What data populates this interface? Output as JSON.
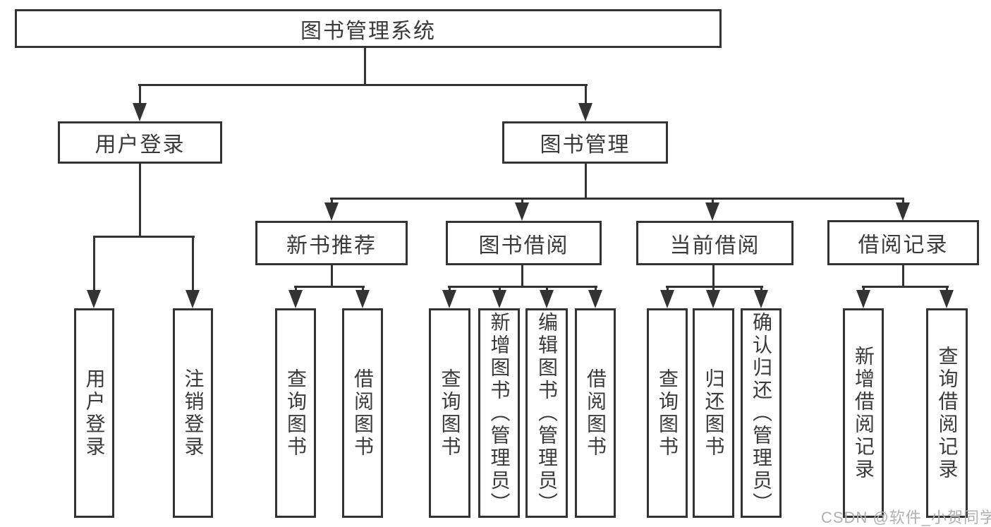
{
  "tree": {
    "root": "图书管理系统",
    "children": [
      {
        "label": "用户登录",
        "children": [
          "用户登录",
          "注销登录"
        ]
      },
      {
        "label": "图书管理",
        "children": [
          {
            "label": "新书推荐",
            "children": [
              "查询图书",
              "借阅图书"
            ]
          },
          {
            "label": "图书借阅",
            "children": [
              "查询图书",
              "新增图书（管理员）",
              "编辑图书（管理员）",
              "借阅图书"
            ]
          },
          {
            "label": "当前借阅",
            "children": [
              "查询图书",
              "归还图书",
              "确认归还（管理员）"
            ]
          },
          {
            "label": "借阅记录",
            "children": [
              "新增借阅记录",
              "查询借阅记录"
            ]
          }
        ]
      }
    ]
  },
  "watermark": {
    "text": "CSDN @软件_小贺同学"
  },
  "colors": {
    "line": "#333333",
    "text": "#3a3a3a",
    "watermark": "#b0b0b0",
    "background": "#ffffff"
  }
}
